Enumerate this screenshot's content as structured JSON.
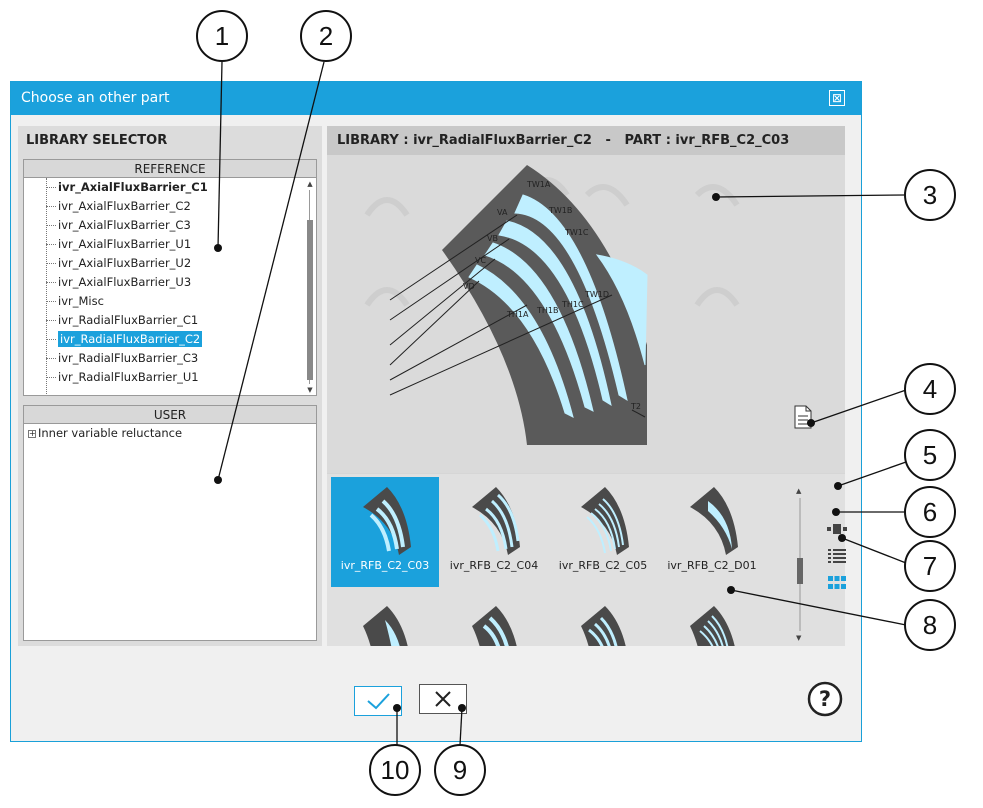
{
  "dialog": {
    "title": "Choose an other part",
    "close_label": "⊠"
  },
  "library_selector": {
    "heading": "LIBRARY SELECTOR",
    "reference_header": "REFERENCE",
    "reference_items": [
      "ivr_AxialFluxBarrier_C1",
      "ivr_AxialFluxBarrier_C2",
      "ivr_AxialFluxBarrier_C3",
      "ivr_AxialFluxBarrier_U1",
      "ivr_AxialFluxBarrier_U2",
      "ivr_AxialFluxBarrier_U3",
      "ivr_Misc",
      "ivr_RadialFluxBarrier_C1",
      "ivr_RadialFluxBarrier_C2",
      "ivr_RadialFluxBarrier_C3",
      "ivr_RadialFluxBarrier_U1"
    ],
    "selected_reference": "ivr_RadialFluxBarrier_C2",
    "user_header": "USER",
    "user_items": [
      "Inner variable reluctance"
    ]
  },
  "preview": {
    "header": "LIBRARY : ivr_RadialFluxBarrier_C2   -   PART : ivr_RFB_C2_C03",
    "dimension_labels": [
      "VA",
      "VB",
      "VC",
      "VD",
      "TW1A",
      "TW1B",
      "TW1C",
      "TW1D",
      "TH1A",
      "TH1B",
      "TH1C",
      "T2"
    ],
    "doc_icon": "document-icon"
  },
  "parts": {
    "items": [
      "ivr_RFB_C2_C03",
      "ivr_RFB_C2_C04",
      "ivr_RFB_C2_C05",
      "ivr_RFB_C2_D01"
    ],
    "selected": "ivr_RFB_C2_C03"
  },
  "view_modes": [
    "compact-view-icon",
    "list-view-icon",
    "grid-view-icon"
  ],
  "buttons": {
    "ok_icon": "check-icon",
    "cancel_icon": "close-icon",
    "help_label": "?"
  },
  "callouts": [
    "1",
    "2",
    "3",
    "4",
    "5",
    "6",
    "7",
    "8",
    "9",
    "10"
  ],
  "colors": {
    "accent": "#1ba1dc",
    "barrier": "#bfefff",
    "rotor": "#5a5a5a",
    "panel": "#dcdcdc"
  }
}
